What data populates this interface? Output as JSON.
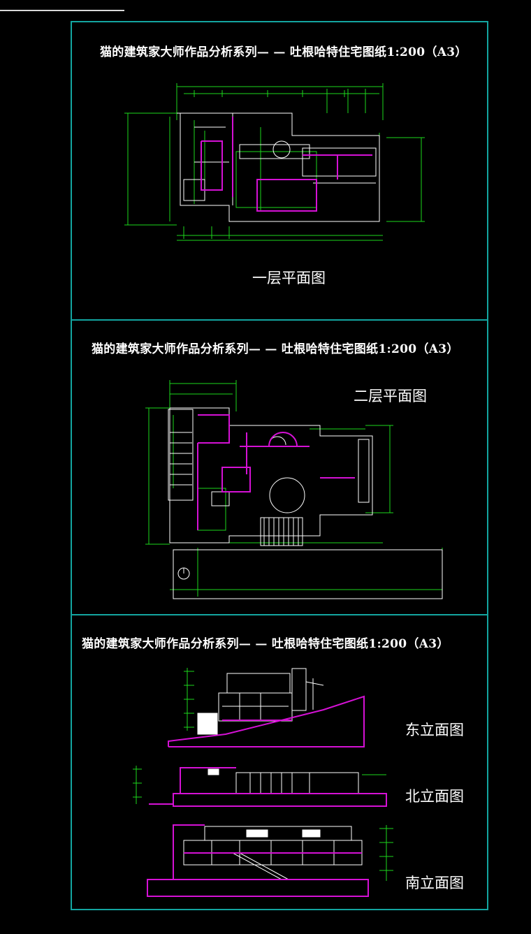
{
  "sheet": {
    "panels": [
      {
        "title": "猫的建筑家大师作品分析系列— — 吐根哈特住宅图纸1:200（A3）",
        "label": "一层平面图"
      },
      {
        "title": "猫的建筑家大师作品分析系列— — 吐根哈特住宅图纸1:200（A3）",
        "label": "二层平面图"
      },
      {
        "title": "猫的建筑家大师作品分析系列— — 吐根哈特住宅图纸1:200（A3）",
        "labels": [
          "东立面图",
          "北立面图",
          "南立面图"
        ]
      }
    ]
  },
  "colors": {
    "frame": "#13a5a0",
    "dimension": "#1cd81c",
    "wall": "#ffffff",
    "highlight": "#d511d5",
    "background": "#000000"
  }
}
